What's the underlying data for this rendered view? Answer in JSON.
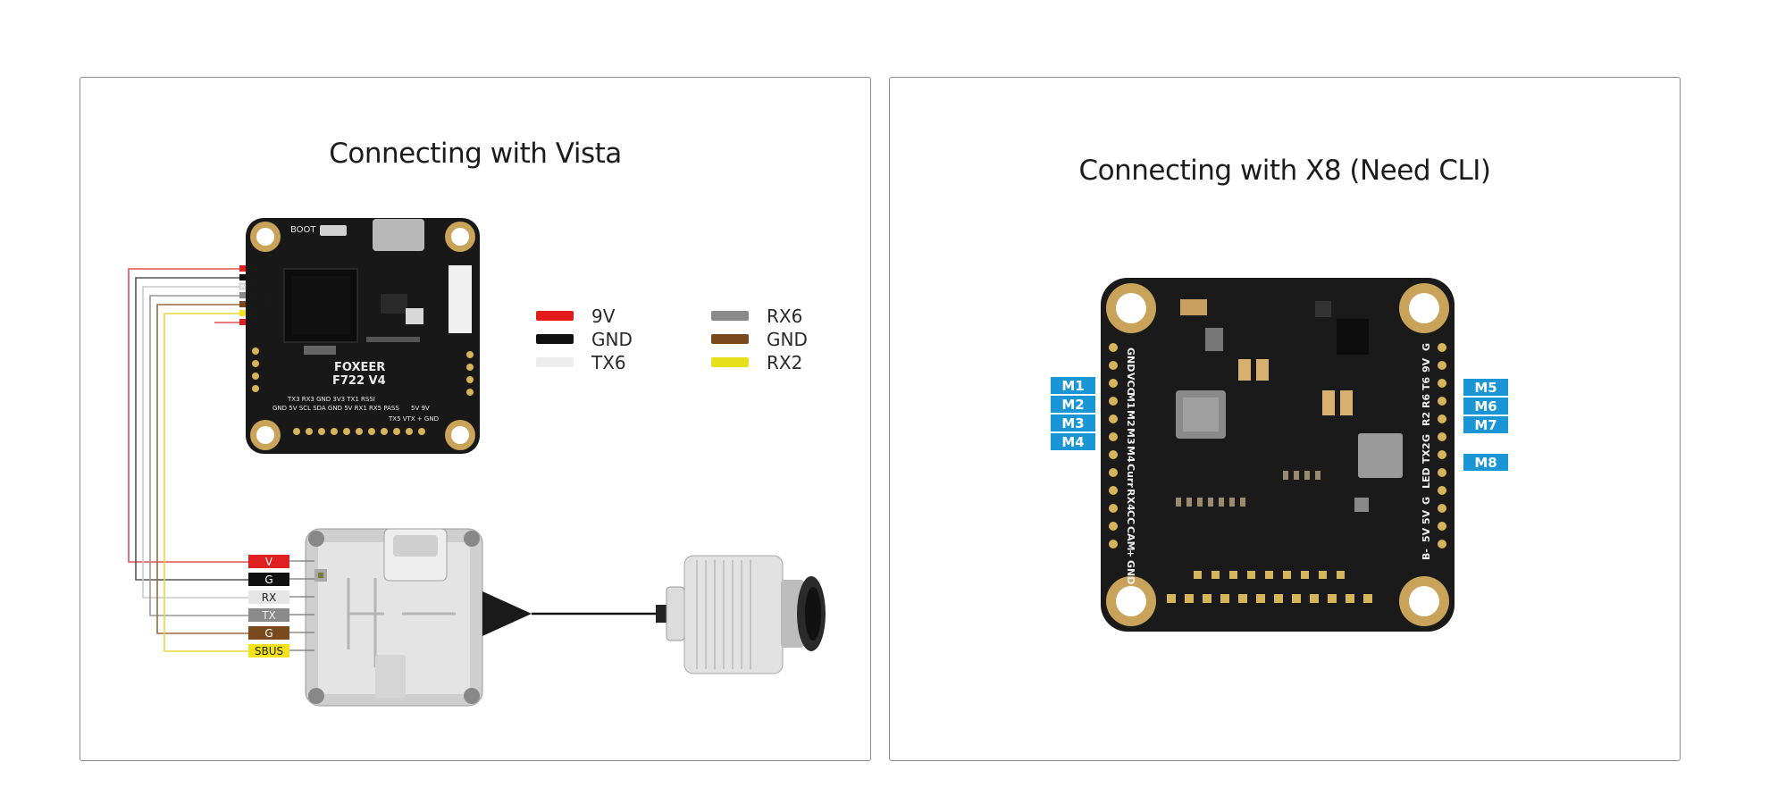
{
  "left_panel": {
    "title": "Connecting with Vista",
    "fc_pins": [
      "9V",
      "GND",
      "TX6",
      "RX6",
      "GND",
      "RX2",
      "5V"
    ],
    "vista_pins": [
      {
        "label": "V",
        "color": "#e02020"
      },
      {
        "label": "G",
        "color": "#111111"
      },
      {
        "label": "RX",
        "color": "#e6e6e6"
      },
      {
        "label": "TX",
        "color": "#8a8a8a"
      },
      {
        "label": "G",
        "color": "#7a4a1e"
      },
      {
        "label": "SBUS",
        "color": "#f2e21a"
      }
    ],
    "board": {
      "brand": "FOXEER",
      "model": "F722 V4",
      "boot": "BOOT",
      "bottom_row_1": "TX3 RX3 GND 3V3 TX1 RSSI",
      "bottom_row_2": "GND 5V SCL SDA GND 5V RX1 RX5 PASS",
      "bottom_row_3": "5V 9V",
      "bottom_row_4": "TX5 VTX + GND"
    },
    "legend": [
      {
        "label": "9V",
        "color": "#e31b1b"
      },
      {
        "label": "GND",
        "color": "#111111"
      },
      {
        "label": "TX6",
        "color": "#ececec"
      },
      {
        "label": "RX6",
        "color": "#8a8a8a"
      },
      {
        "label": "GND",
        "color": "#7a4a1e"
      },
      {
        "label": "RX2",
        "color": "#e6e01a"
      }
    ]
  },
  "right_panel": {
    "title": "Connecting with X8 (Need CLI)",
    "left_pin_labels": [
      "GND",
      "VCC",
      "M1",
      "M2",
      "M3",
      "M4",
      "Curr",
      "RX4",
      "CC",
      "CAM",
      "+",
      "GND"
    ],
    "right_pin_labels": [
      "G",
      "9V",
      "T6",
      "R6",
      "R2",
      "G",
      "TX2",
      "LED",
      "G",
      "5V",
      "5V",
      "B-"
    ],
    "motors_left": [
      "M1",
      "M2",
      "M3",
      "M4"
    ],
    "motors_right": [
      "M5",
      "M6",
      "M7",
      "M8"
    ],
    "motor_tag_color": "#1a95d6"
  }
}
